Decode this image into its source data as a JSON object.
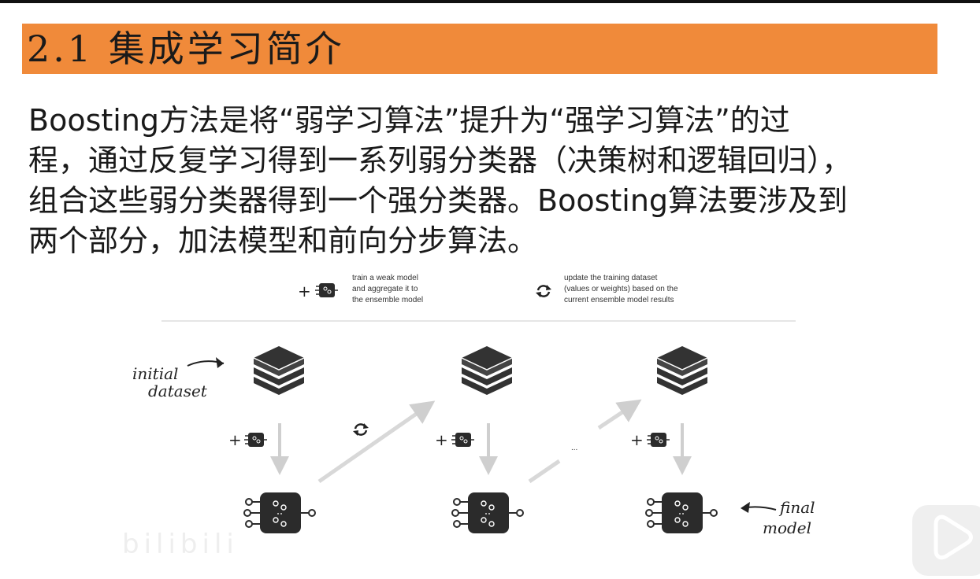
{
  "title": "2.1 集成学习简介",
  "body_lines": [
    "Boosting方法是将“弱学习算法”提升为“强学习算法”的过",
    "程，通过反复学习得到一系列弱分类器（决策树和逻辑回归），",
    "组合这些弱分类器得到一个强分类器。Boosting算法要涉及到",
    "两个部分，加法模型和前向分步算法。"
  ],
  "diagram": {
    "legend_train": [
      "train a weak model",
      "and aggregate it to",
      "the ensemble model"
    ],
    "legend_update": [
      "update the training dataset",
      "(values or weights) based on the",
      "current ensemble model results"
    ],
    "initial_label": [
      "initial",
      "dataset"
    ],
    "final_label": [
      "final",
      "model"
    ],
    "ellipsis": "...",
    "plus": "+"
  },
  "watermark": "bilibili"
}
